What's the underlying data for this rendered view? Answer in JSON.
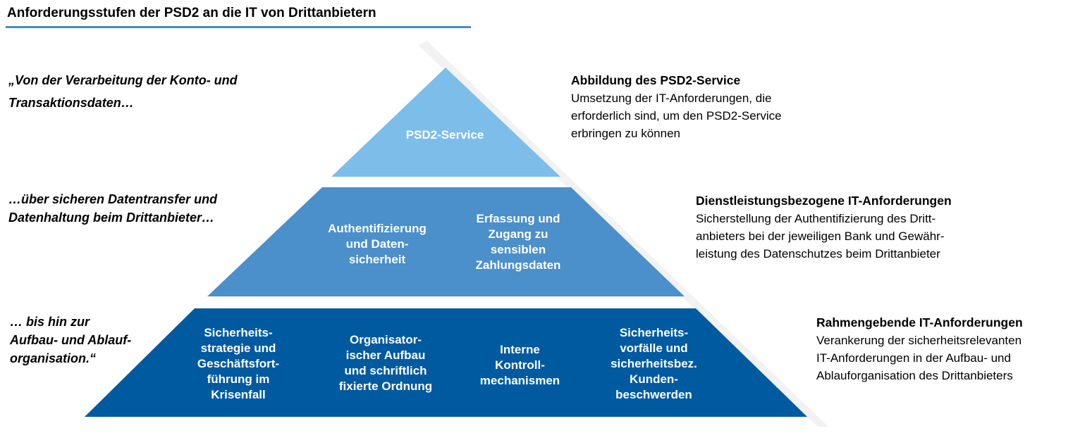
{
  "title": "Anforderungsstufen der PSD2 an die IT von Drittanbietern",
  "colors": {
    "accent": "#4a8cc5",
    "tier_top": "#7dbde9",
    "tier_mid": "#4b8fcb",
    "tier_bottom": "#005aa0"
  },
  "quotes": [
    {
      "lines": [
        "„Von der Verarbeitung der Konto- und",
        "Transaktionsdaten…"
      ]
    },
    {
      "lines": [
        "…über sicheren Datentransfer und",
        "Datenhaltung beim Drittanbieter…"
      ]
    },
    {
      "lines": [
        "… bis hin zur",
        "Aufbau- und Ablauf-",
        "organisation.“"
      ]
    }
  ],
  "pyramid": {
    "top": {
      "items": [
        {
          "lines": [
            "PSD2-Service"
          ]
        }
      ]
    },
    "middle": {
      "items": [
        {
          "lines": [
            "Authentifizierung",
            "und Daten-",
            "sicherheit"
          ]
        },
        {
          "lines": [
            "Erfassung und",
            "Zugang zu",
            "sensiblen",
            "Zahlungsdaten"
          ]
        }
      ]
    },
    "bottom": {
      "items": [
        {
          "lines": [
            "Sicherheits-",
            "strategie und",
            "Geschäftsfort-",
            "führung im",
            "Krisenfall"
          ]
        },
        {
          "lines": [
            "Organisator-",
            "ischer Aufbau",
            "und schriftlich",
            "fixierte Ordnung"
          ]
        },
        {
          "lines": [
            "Interne",
            "Kontroll-",
            "mechanismen"
          ]
        },
        {
          "lines": [
            "Sicherheits-",
            "vorfälle und",
            "sicherheitsbez.",
            "Kunden-",
            "beschwerden"
          ]
        }
      ]
    }
  },
  "descriptions": [
    {
      "heading": "Abbildung des PSD2-Service",
      "lines": [
        "Umsetzung der IT-Anforderungen, die",
        "erforderlich sind, um den PSD2-Service",
        "erbringen zu können"
      ]
    },
    {
      "heading": "Dienstleistungsbezogene IT-Anforderungen",
      "lines": [
        "Sicherstellung der Authentifizierung des Dritt-",
        "anbieters bei der jeweiligen Bank und Gewähr-",
        "leistung des Datenschutzes beim Drittanbieter"
      ]
    },
    {
      "heading": "Rahmengebende IT-Anforderungen",
      "lines": [
        "Verankerung der sicherheitsrelevanten",
        "IT-Anforderungen in der Aufbau- und",
        "Ablauforganisation des Drittanbieters"
      ]
    }
  ]
}
